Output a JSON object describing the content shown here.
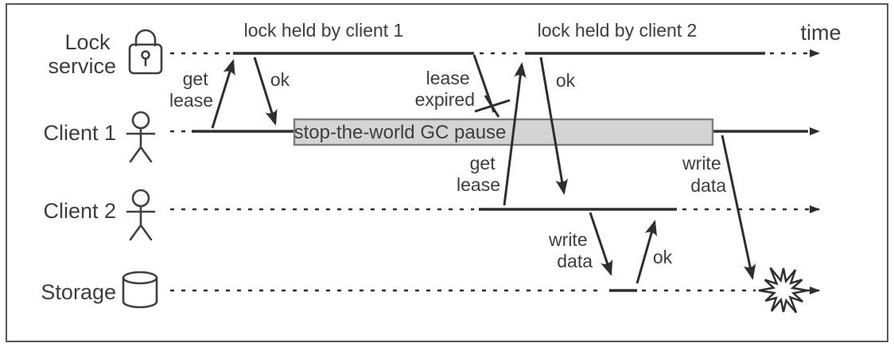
{
  "figure": {
    "time_label": "time",
    "lock_held_by_client_1": "lock held by client 1",
    "lock_held_by_client_2": "lock held by client 2",
    "gc_pause_label": "stop-the-world GC pause"
  },
  "lanes": {
    "lock_service": {
      "label_line_1": "Lock",
      "label_line_2": "service",
      "icon": "padlock-icon"
    },
    "client_1": {
      "label": "Client 1",
      "icon": "person-icon"
    },
    "client_2": {
      "label": "Client 2",
      "icon": "person-icon"
    },
    "storage": {
      "label": "Storage",
      "icon": "database-cylinder-icon"
    }
  },
  "messages": {
    "client1_get_lease": {
      "line1": "get",
      "line2": "lease"
    },
    "client1_ok": "ok",
    "lease_expired": {
      "line1": "lease",
      "line2": "expired"
    },
    "client2_get_lease": {
      "line1": "get",
      "line2": "lease"
    },
    "client2_ok": "ok",
    "client2_write_data": {
      "line1": "write",
      "line2": "data"
    },
    "storage_ok": "ok",
    "client1_write_data": {
      "line1": "write",
      "line2": "data"
    }
  },
  "colors": {
    "line": "#2e2e2e",
    "text": "#3d3d3d",
    "gc_pause_fill": "#d4d4d4",
    "gc_pause_border": "#7d7d7d",
    "frame_border": "#58595b",
    "background": "#ffffff"
  }
}
